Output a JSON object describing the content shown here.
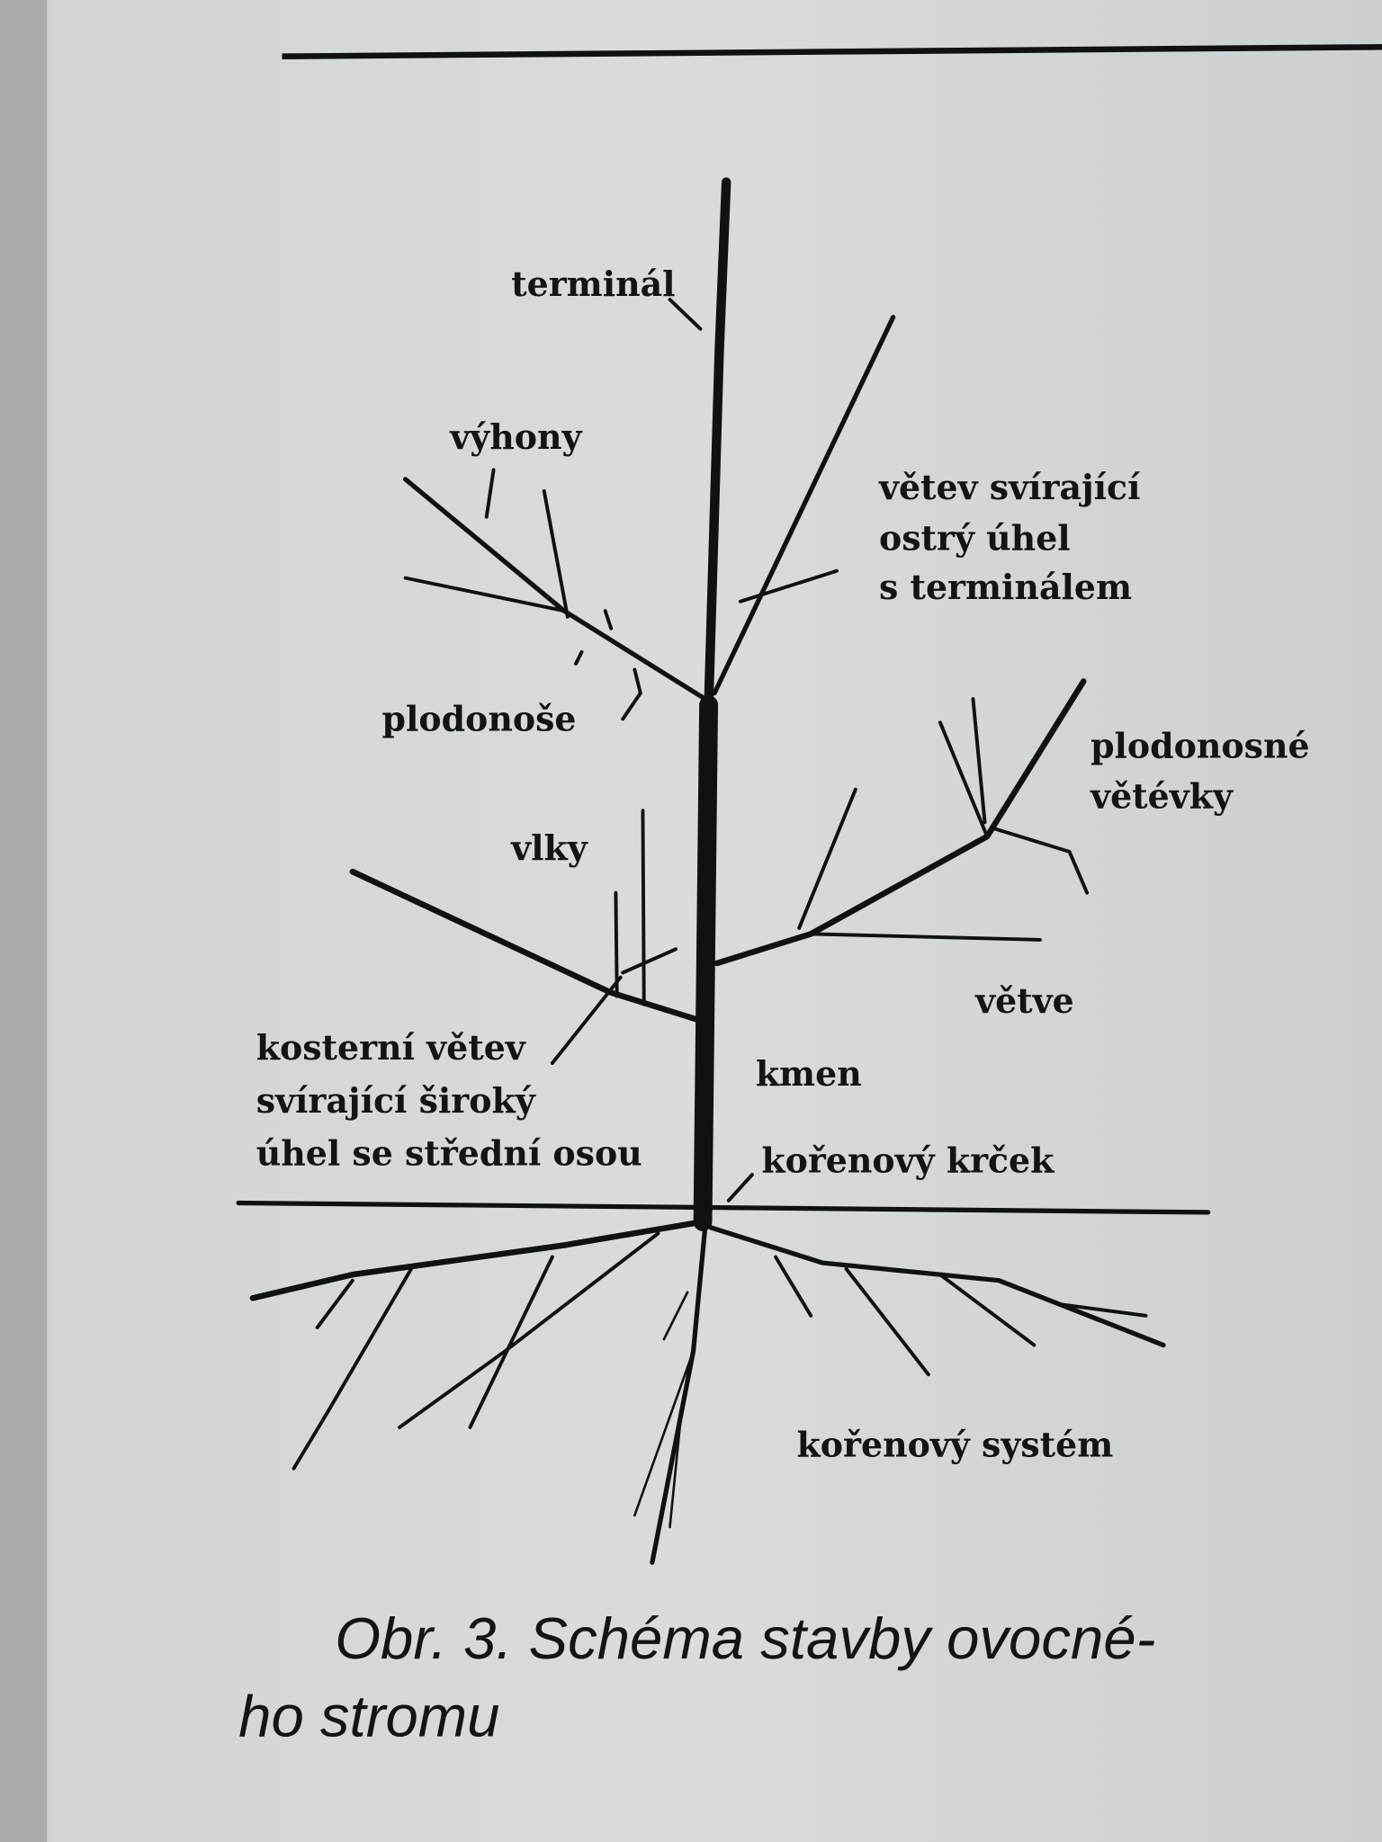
{
  "figure": {
    "labels": {
      "terminal": "terminál",
      "vyhony": "výhony",
      "vetev_ostry_1": "větev svírající",
      "vetev_ostry_2": "ostrý úhel",
      "vetev_ostry_3": "s terminálem",
      "plodonose": "plodonoše",
      "plodonosne_1": "plodonosné",
      "plodonosne_2": "větévky",
      "vlky": "vlky",
      "vetve": "větve",
      "kosterni_1": "kosterní větev",
      "kosterni_2": "svírající široký",
      "kosterni_3": "úhel se střední osou",
      "kmen": "kmen",
      "krcek": "kořenový krček",
      "korenovy_system": "kořenový systém"
    },
    "caption_line1": "Obr. 3. Schéma stavby ovocné-",
    "caption_line2": "ho stromu"
  },
  "colors": {
    "paper": "#d6d9da",
    "ink": "#111111"
  }
}
